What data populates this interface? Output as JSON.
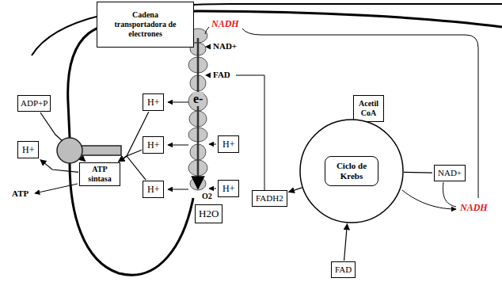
{
  "diagram": {
    "nodes": [
      {
        "text": [
          "Cadena transportadora de electrones"
        ]
      },
      {
        "text": [
          "H+"
        ]
      },
      {
        "text": [
          "H+"
        ]
      },
      {
        "text": [
          "H+"
        ]
      },
      {
        "text": [
          "H+"
        ]
      },
      {
        "text": [
          "H+"
        ]
      },
      {
        "text": [
          "ADP+P"
        ]
      },
      {
        "text": [
          "H+"
        ]
      },
      {
        "text": [
          "ATP sintasa"
        ]
      },
      {
        "text": [
          "H2O"
        ]
      },
      {
        "text": [
          "FADH2"
        ]
      },
      {
        "text": [
          "Acetil CoA"
        ]
      },
      {
        "text": [
          "Ciclo de Krebs"
        ]
      },
      {
        "text": [
          "NAD+"
        ]
      },
      {
        "text": [
          "FAD"
        ]
      }
    ],
    "edges": [
      {
        "from": 1,
        "to": 8,
        "arrow": "to"
      },
      {
        "from": 2,
        "to": 8,
        "arrow": "to"
      },
      {
        "from": 3,
        "to": 8,
        "arrow": "to"
      },
      {
        "from": 6,
        "to": 8,
        "arrow": "to"
      },
      {
        "from": 8,
        "to": 7,
        "arrow": "to"
      },
      {
        "from": 11,
        "to": 12,
        "arrow": "to"
      },
      {
        "from": 12,
        "to": 13,
        "arrow": "none"
      },
      {
        "from": 12,
        "to": 10,
        "arrow": "to"
      },
      {
        "from": 14,
        "to": 12,
        "arrow": "to"
      }
    ],
    "labels": [
      "NADH",
      "NAD+",
      "FAD",
      "e-",
      "O2",
      "ATP",
      "NADH"
    ]
  }
}
